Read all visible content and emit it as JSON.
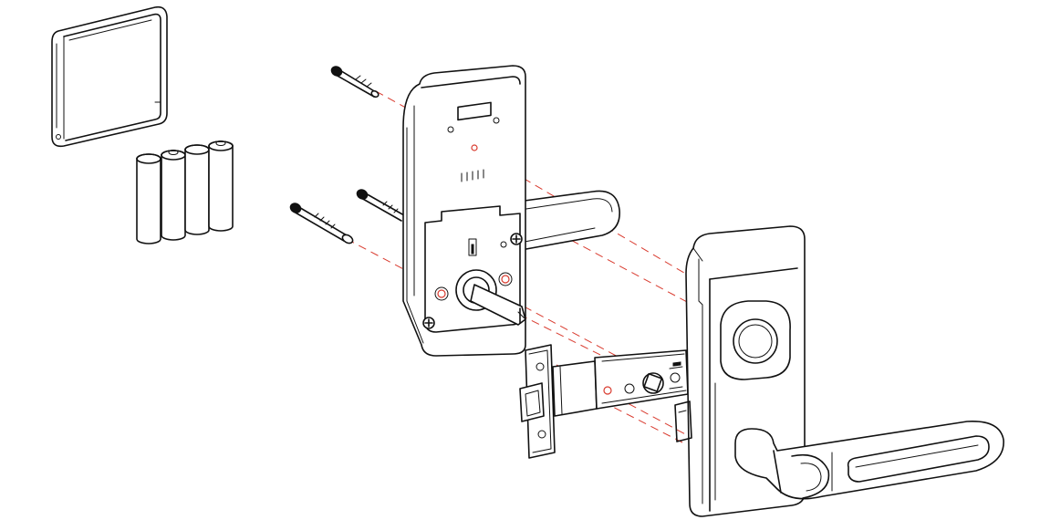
{
  "diagram": {
    "type": "exploded-assembly",
    "colors": {
      "line": "#111111",
      "guide": "#d93b2f",
      "background": "#ffffff"
    },
    "parts": [
      "battery-cover",
      "aa-batteries",
      "mounting-screws",
      "inside-escutcheon",
      "inside-lever",
      "spindle",
      "latch-bolt",
      "outside-escutcheon",
      "outside-lever"
    ],
    "battery_count": 4
  }
}
